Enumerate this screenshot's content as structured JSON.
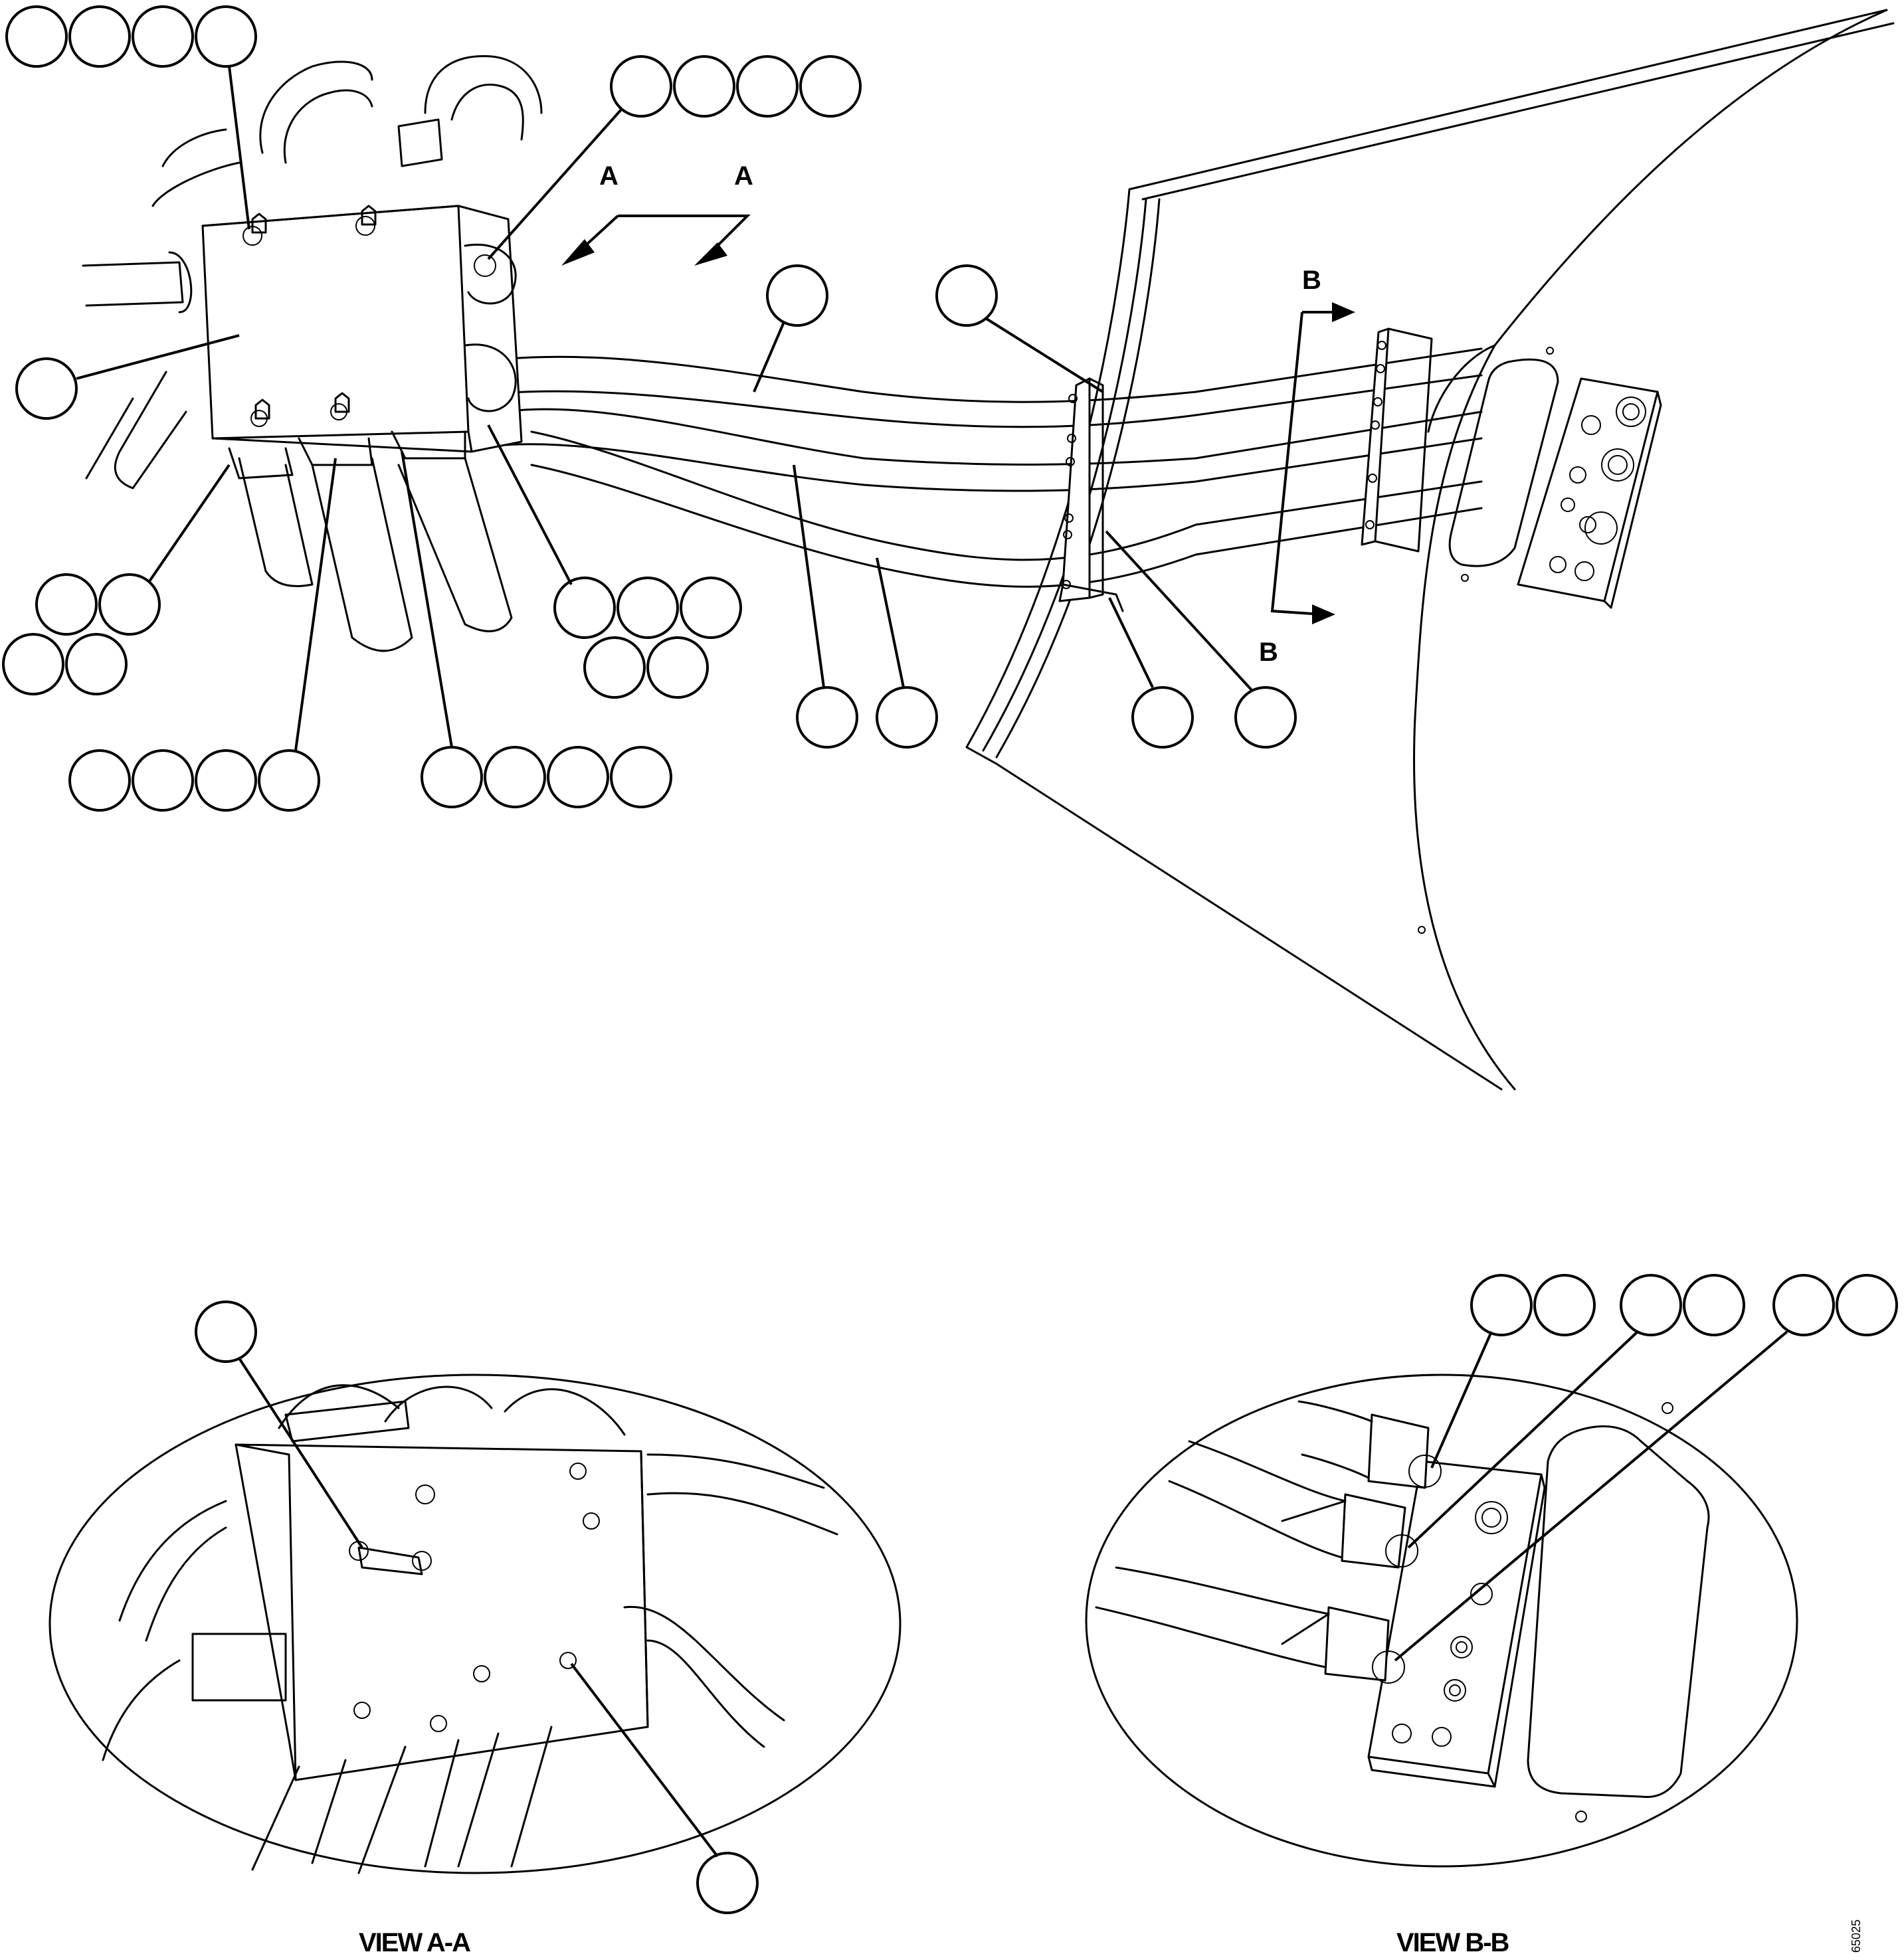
{
  "section_labels": {
    "a_left": "A",
    "a_right": "A",
    "b_top": "B",
    "b_bottom": "B"
  },
  "captions": {
    "view_a": "VIEW A-A",
    "view_b": "VIEW B-B"
  },
  "drawing_number": "65025",
  "callout_bubbles_text": ""
}
